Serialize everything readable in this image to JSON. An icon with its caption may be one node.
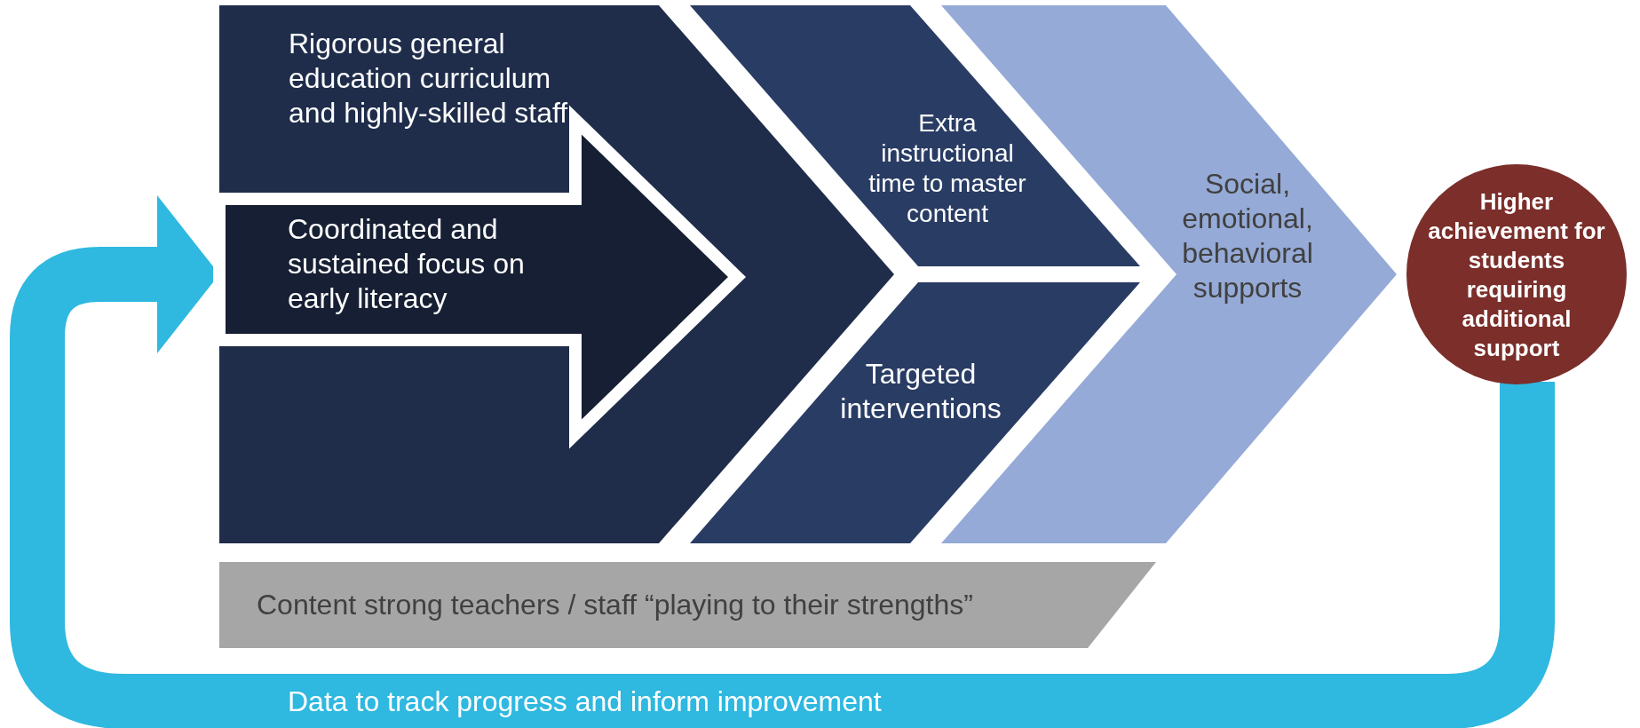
{
  "diagram": {
    "nodes": [
      {
        "text": [
          "Rigorous general education curriculum and highly-skilled staff"
        ]
      },
      {
        "text": [
          "Coordinated and sustained focus on early literacy"
        ],
        "in": 0
      },
      {
        "text": [
          "Extra instructional time to master content"
        ]
      },
      {
        "text": [
          "Targeted interventions"
        ]
      },
      {
        "text": [
          "Social, emotional, behavioral supports"
        ]
      },
      {
        "text": [
          "Higher achievement for students requiring additional support"
        ]
      },
      {
        "text": [
          "Content strong teachers / staff “playing to their strengths”"
        ]
      }
    ],
    "edges": [
      {
        "from": 5,
        "to": 0,
        "arrow": "to",
        "label": "Data to track progress and inform improvement"
      }
    ]
  }
}
